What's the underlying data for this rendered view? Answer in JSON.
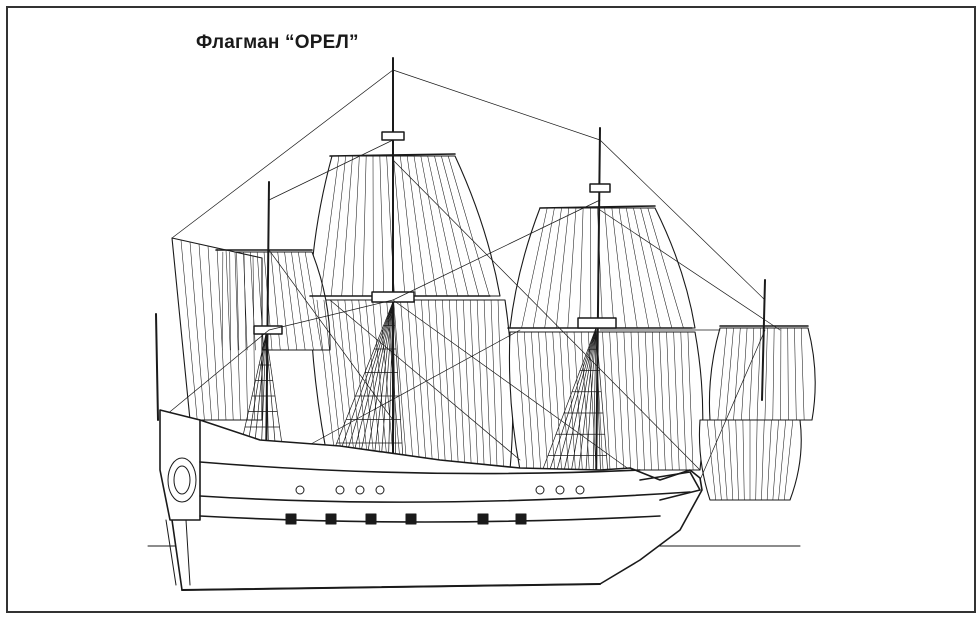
{
  "figure": {
    "title": "Флагман “ОРЕЛ”",
    "subject": "ship-line-drawing",
    "masts": [
      "mizzen-mast",
      "main-mast",
      "fore-mast",
      "bowsprit-mast"
    ],
    "colors": {
      "ink": "#1a1a1a",
      "paper": "#ffffff",
      "frame": "#333333"
    }
  }
}
